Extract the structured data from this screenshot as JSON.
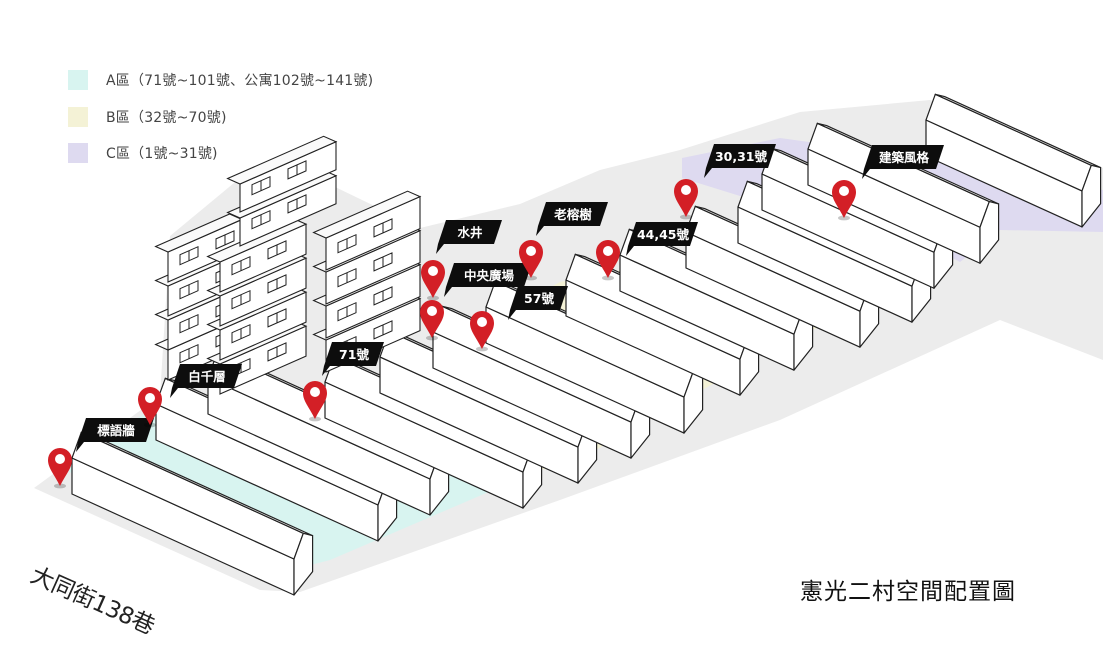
{
  "title": "憲光二村空間配置圖",
  "street_label": "大同街138巷",
  "legend": [
    {
      "label": "A區（71號~101號、公寓102號~141號)",
      "color": "#d8f4f0"
    },
    {
      "label": "B區（32號~70號)",
      "color": "#f4f2d6"
    },
    {
      "label": "C區（1號~31號)",
      "color": "#dedaf0"
    }
  ],
  "colors": {
    "ground": "#ececec",
    "zone_a": "#d8f4f0",
    "zone_b": "#f4f2d6",
    "zone_c": "#dedaf0",
    "pin": "#d31f26",
    "tag": "#0d0d0d",
    "roof": "#ffffff",
    "outline": "#222222"
  },
  "markers": [
    {
      "label": "標語牆",
      "icon": "map-pin-icon"
    },
    {
      "label": "白千層",
      "icon": "map-pin-icon"
    },
    {
      "label": "71號",
      "icon": "map-pin-icon"
    },
    {
      "label": "水井",
      "icon": "map-pin-icon"
    },
    {
      "label": "中央廣場",
      "icon": "map-pin-icon"
    },
    {
      "label": "57號",
      "icon": "map-pin-icon"
    },
    {
      "label": "老榕樹",
      "icon": "map-pin-icon"
    },
    {
      "label": "44,45號",
      "icon": "map-pin-icon"
    },
    {
      "label": "30,31號",
      "icon": "map-pin-icon"
    },
    {
      "label": "建築風格",
      "icon": "map-pin-icon"
    }
  ]
}
